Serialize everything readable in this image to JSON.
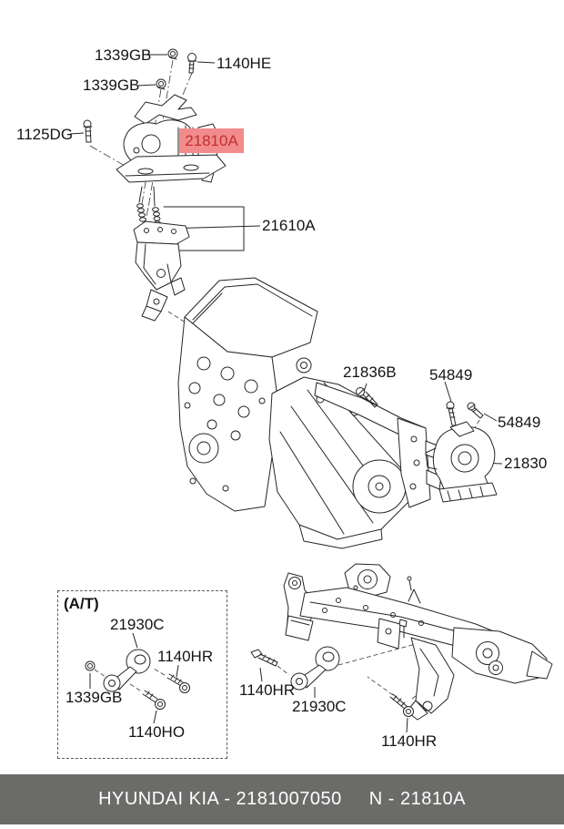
{
  "highlight": {
    "part_code": "21810A",
    "bg_color": "#f28b8b",
    "text_color": "#c2302f"
  },
  "labels": {
    "nut_1339gb_top": "1339GB",
    "bolt_1140he": "1140HE",
    "nut_1339gb_mid": "1339GB",
    "bolt_1125dg": "1125DG",
    "bracket_21610a": "21610A",
    "bolt_21836b": "21836B",
    "bolt_54849_upper": "54849",
    "bolt_54849_lower": "54849",
    "mount_21830": "21830"
  },
  "at_inset": {
    "title": "(A/T)",
    "rod_21930c": "21930C",
    "bolt_1140hr": "1140HR",
    "nut_1339gb": "1339GB",
    "bolt_1140ho": "1140HO"
  },
  "subframe": {
    "bolt_1140hr_front": "1140HR",
    "rod_21930c": "21930C",
    "bolt_1140hr_rear": "1140HR"
  },
  "footer": {
    "left_text": "HYUNDAI  KIA - 2181007050",
    "right_text": "N - 21810A",
    "bg_color": "#6b6b69",
    "text_color": "#ffffff"
  }
}
